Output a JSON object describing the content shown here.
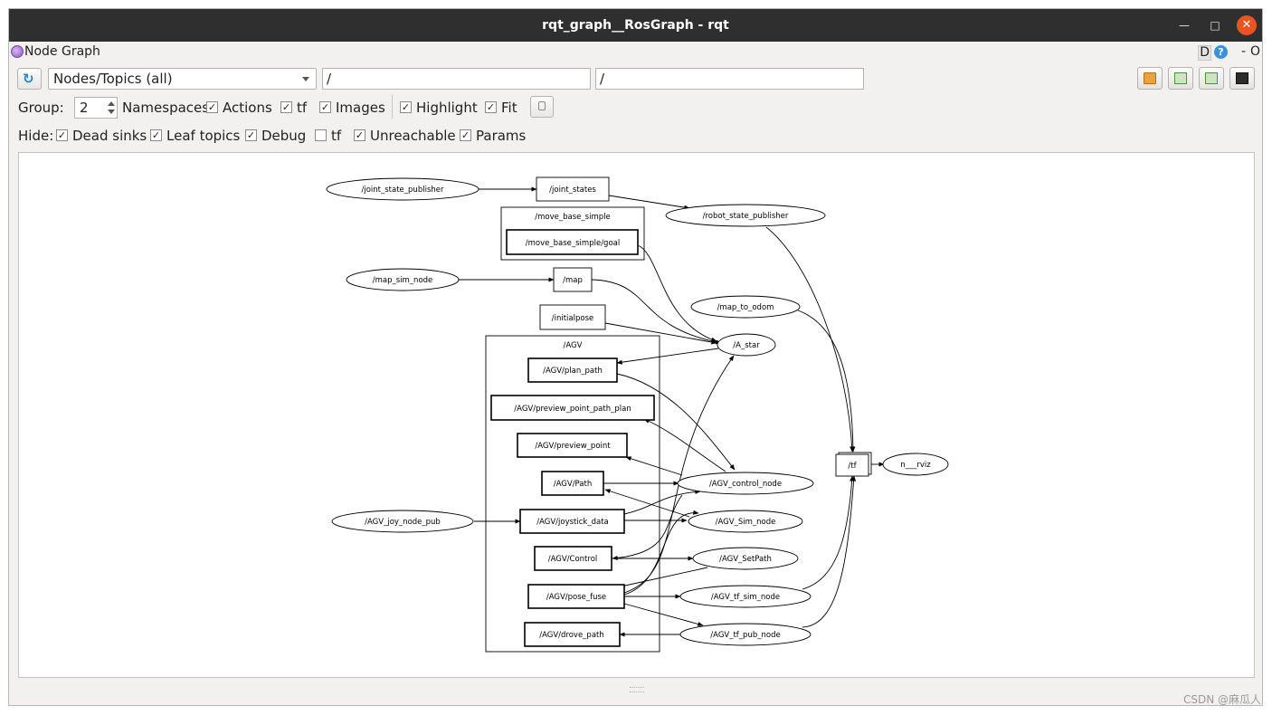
{
  "window": {
    "title": "rqt_graph__RosGraph - rqt"
  },
  "plugin": {
    "title": "Node Graph",
    "d_label": "D",
    "help_label": "?",
    "min_label": "-",
    "close_label": "O"
  },
  "toolbar": {
    "refresh_glyph": "↻",
    "graph_mode": "Nodes/Topics (all)",
    "node_filter": "/",
    "topic_filter": "/"
  },
  "options": {
    "group_label": "Group:",
    "group_value": "2",
    "namespaces_label": "Namespaces",
    "actions": {
      "label": "Actions",
      "checked": true
    },
    "tf": {
      "label": "tf",
      "checked": true
    },
    "images": {
      "label": "Images",
      "checked": true
    },
    "highlight": {
      "label": "Highlight",
      "checked": true
    },
    "fit": {
      "label": "Fit",
      "checked": true
    }
  },
  "hide": {
    "label": "Hide:",
    "dead_sinks": {
      "label": "Dead sinks",
      "checked": true
    },
    "leaf_topics": {
      "label": "Leaf topics",
      "checked": true
    },
    "debug": {
      "label": "Debug",
      "checked": true
    },
    "tf": {
      "label": "tf",
      "checked": false
    },
    "unreachable": {
      "label": "Unreachable",
      "checked": true
    },
    "params": {
      "label": "Params",
      "checked": true
    }
  },
  "graph": {
    "clusters": {
      "move_base_simple": "/move_base_simple",
      "agv": "/AGV"
    },
    "nodes": {
      "joint_state_publisher": "/joint_state_publisher",
      "robot_state_publisher": "/robot_state_publisher",
      "map_sim_node": "/map_sim_node",
      "map_to_odom": "/map_to_odom",
      "a_star": "/A_star",
      "agv_control_node": "/AGV_control_node",
      "agv_joy_node_pub": "/AGV_joy_node_pub",
      "agv_sim_node": "/AGV_Sim_node",
      "agv_setpath": "/AGV_SetPath",
      "agv_tf_sim_node": "/AGV_tf_sim_node",
      "agv_tf_pub_node": "/AGV_tf_pub_node",
      "rviz": "n___rviz"
    },
    "topics": {
      "joint_states": "/joint_states",
      "move_base_simple_goal": "/move_base_simple/goal",
      "map": "/map",
      "initialpose": "/initialpose",
      "agv_plan_path": "/AGV/plan_path",
      "agv_preview_point_path_plan": "/AGV/preview_point_path_plan",
      "agv_preview_point": "/AGV/preview_point",
      "agv_path": "/AGV/Path",
      "agv_joystick_data": "/AGV/joystick_data",
      "agv_control": "/AGV/Control",
      "agv_pose_fuse": "/AGV/pose_fuse",
      "agv_drove_path": "/AGV/drove_path",
      "tf": "/tf"
    }
  },
  "watermark": "CSDN @麻瓜人"
}
